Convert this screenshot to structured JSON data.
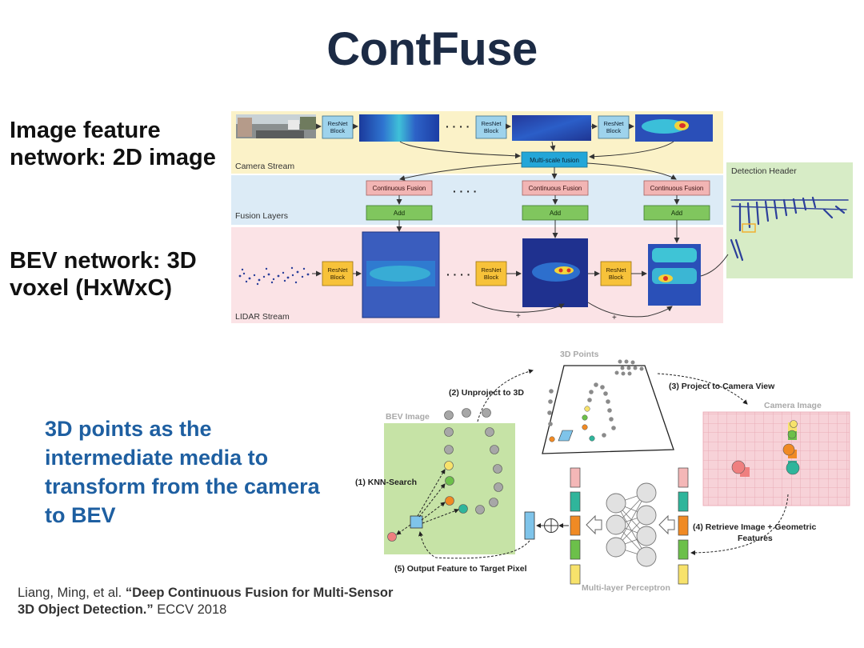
{
  "slide": {
    "title": "ContFuse",
    "left_top_label": "Image feature network: 2D image",
    "left_bottom_label": "BEV network: 3D voxel (HxWxC)",
    "bottom_left_label": "3D points as the intermediate media to transform from the camera to BEV",
    "citation_authors": "Liang, Ming, et al. ",
    "citation_title": "“Deep Continuous Fusion for Multi-Sensor 3D Object Detection.”",
    "citation_venue": " ECCV 2018"
  },
  "architecture": {
    "camera_stream_label": "Camera Stream",
    "fusion_layers_label": "Fusion Layers",
    "lidar_stream_label": "LIDAR Stream",
    "detection_header_label": "Detection Header",
    "resnet_block": "ResNet Block",
    "resnet_line1": "ResNet",
    "resnet_line2": "Block",
    "multiscale_fusion": "Multi-scale fusion",
    "continuous_fusion": "Continuous Fusion",
    "add": "Add",
    "ellipsis": "· · · ·",
    "plus": "+",
    "colors": {
      "camera_bg": "#fbf2c8",
      "fusion_bg": "#dcebf6",
      "lidar_bg": "#fbe3e6",
      "detection_bg": "#d7ecc6",
      "resnet_blue": "#9ed3ec",
      "resnet_orange": "#f7c23a",
      "multiscale": "#23a6d8",
      "cont_fusion": "#f2b5b4",
      "add": "#80c65e"
    }
  },
  "process": {
    "points_3d": "3D Points",
    "bev_image": "BEV Image",
    "camera_image": "Camera Image",
    "step1": "(1) KNN-Search",
    "step2": "(2) Unproject to 3D",
    "step3": "(3) Project to Camera View",
    "step4_line1": "(4) Retrieve Image + Geometric",
    "step4_line2": "Features",
    "step5": "(5) Output Feature to Target Pixel",
    "mlp": "Multi-layer Perceptron",
    "colors": {
      "bev_bg": "#c6e3a6",
      "camera_grid_bg": "#f7d2d8",
      "grey_point": "#a7a7a7",
      "yellow_point": "#f7e26b",
      "green_point": "#6cc04a",
      "orange_point": "#f08a24",
      "teal_point": "#2fb59b",
      "red_point": "#ef7f7f",
      "blue_square": "#7fc4ea"
    }
  }
}
